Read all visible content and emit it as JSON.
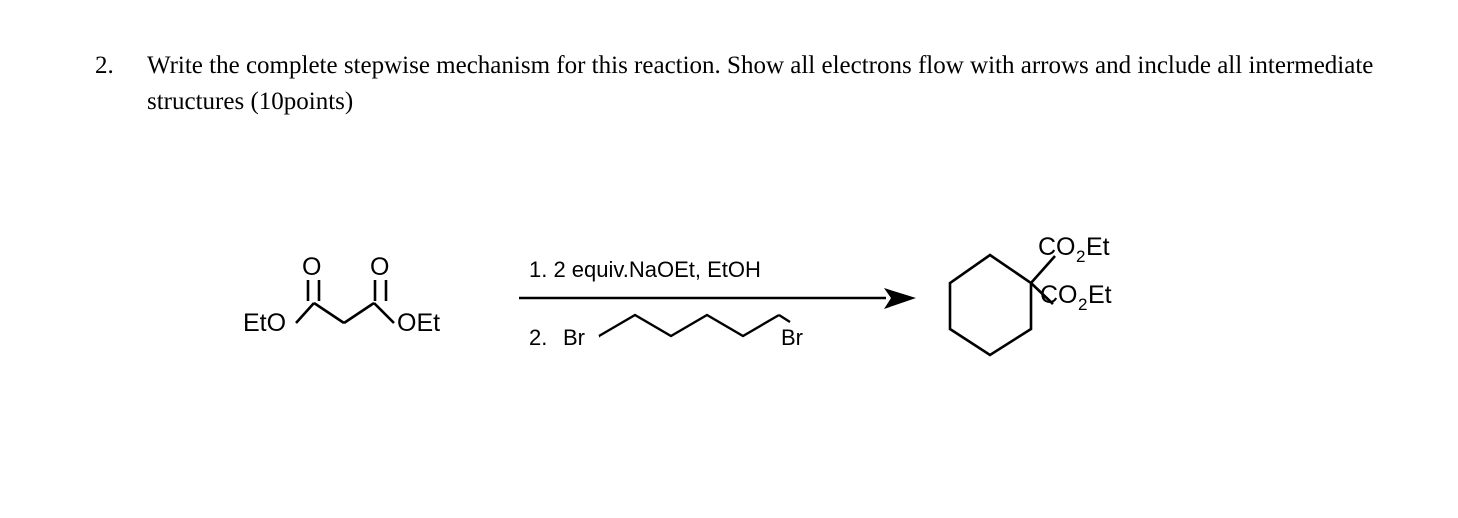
{
  "question": {
    "number": "2.",
    "text": "Write the complete stepwise mechanism for this reaction. Show all electrons flow with arrows and include all intermediate structures (10points)"
  },
  "reaction": {
    "reactant": {
      "name": "diethyl-malonate",
      "labels": {
        "left_alkoxy": "EtO",
        "right_alkoxy": "OEt",
        "carbonyl_oxygen_left": "O",
        "carbonyl_oxygen_right": "O"
      }
    },
    "conditions": {
      "step1": "1. 2 equiv.NaOEt, EtOH",
      "step2_number": "2.",
      "step2_reagent_left": "Br",
      "step2_reagent_right": "Br",
      "step2_reagent_name": "1,5-dibromopentane"
    },
    "arrow": {
      "name": "reaction-arrow",
      "direction": "right"
    },
    "product": {
      "name": "diethyl-cyclohexane-1,1-dicarboxylate",
      "labels": {
        "ester_top": "CO",
        "ester_top_subscript": "2",
        "ester_top_tail": "Et",
        "ester_bottom": "CO",
        "ester_bottom_subscript": "2",
        "ester_bottom_tail": "Et"
      }
    }
  },
  "colors": {
    "ink": "#000000",
    "page": "#ffffff"
  }
}
